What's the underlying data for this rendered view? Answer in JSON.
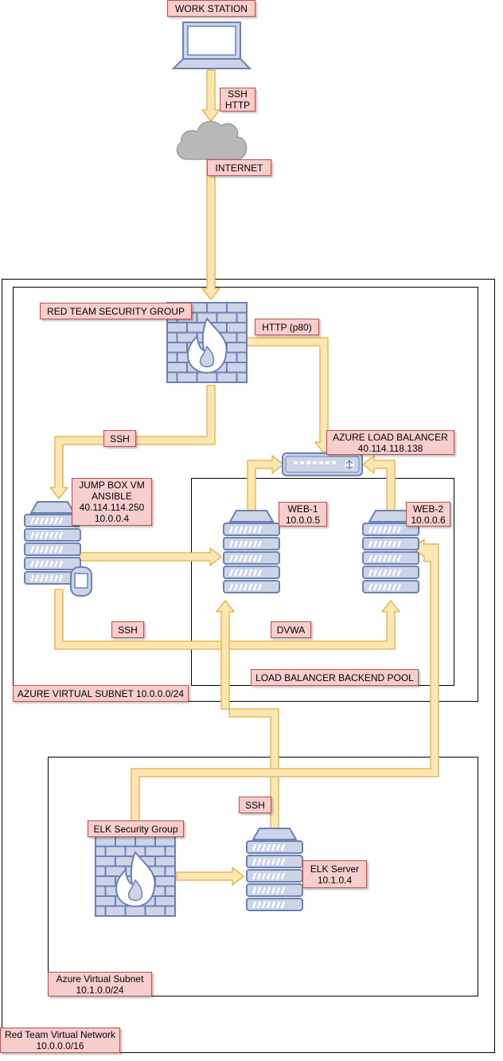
{
  "labels": {
    "workstation": "WORK STATION",
    "ssh_http_1": "SSH",
    "ssh_http_2": "HTTP",
    "internet": "INTERNET",
    "red_team_sg": "RED TEAM SECURITY GROUP",
    "http_p80": "HTTP (p80)",
    "ssh_jump": "SSH",
    "lb_name": "AZURE LOAD BALANCER",
    "lb_ip": "40.114.118.138",
    "jump_name": "JUMP BOX VM",
    "jump_role": "ANSIBLE",
    "jump_public_ip": "40.114.114.250",
    "jump_private_ip": "10.0.0.4",
    "web1_name": "WEB-1",
    "web1_ip": "10.0.0.5",
    "web2_name": "WEB-2",
    "web2_ip": "10.0.0.6",
    "ssh_bottom": "SSH",
    "dvwa": "DVWA",
    "backend_pool": "LOAD BALANCER BACKEND POOL",
    "azure_subnet_1": "AZURE VIRTUAL SUBNET 10.0.0.0/24",
    "ssh_elk": "SSH",
    "elk_sg": "ELK Security Group",
    "elk_server_name": "ELK Server",
    "elk_server_ip": "10.1.0.4",
    "azure_subnet_2_name": "Azure Virtual Subnet",
    "azure_subnet_2_range": "10.1.0.0/24",
    "vnet_name": "Red Team Virtual Network",
    "vnet_range": "10.0.0.0/16"
  },
  "icons": {
    "workstation": "laptop-icon",
    "internet": "cloud-icon",
    "red_team_firewall": "firewall-icon",
    "elk_firewall": "firewall-icon",
    "load_balancer": "load-balancer-icon",
    "jump_box": "server-icon",
    "web1": "server-icon",
    "web2": "server-icon",
    "elk_server": "server-icon"
  },
  "colors": {
    "label_fill": "#f8cecc",
    "label_border": "#b85450",
    "arrow_fill": "#ffe6b3",
    "arrow_stroke": "#e8b854",
    "icon_fill": "#ccd5e8",
    "icon_stroke": "#6c82b5",
    "cloud_fill": "#b8b8b8"
  }
}
